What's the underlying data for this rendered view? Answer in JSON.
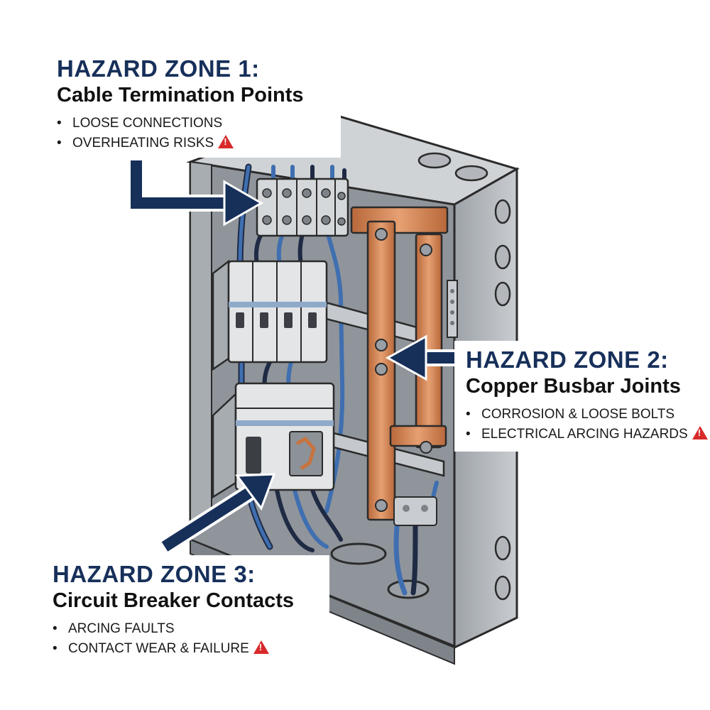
{
  "zones": [
    {
      "title": "HAZARD ZONE 1:",
      "subtitle": "Cable Termination Points",
      "bullets": [
        "LOOSE CONNECTIONS",
        "OVERHEATING RISKS"
      ],
      "warning_on": 1
    },
    {
      "title": "HAZARD ZONE 2:",
      "subtitle": "Copper Busbar Joints",
      "bullets": [
        "CORROSION & LOOSE BOLTS",
        "ELECTRICAL ARCING HAZARDS"
      ],
      "warning_on": 1
    },
    {
      "title": "HAZARD ZONE 3:",
      "subtitle": "Circuit Breaker Contacts",
      "bullets": [
        "ARCING FAULTS",
        "CONTACT WEAR & FAILURE"
      ],
      "warning_on": 1
    }
  ],
  "bullet_glyph": "•",
  "colors": {
    "navy": "#17305a",
    "warning_red": "#d82a2a",
    "enclosure_gray": "#b9bdc2",
    "copper": "#d88a58",
    "wire_blue": "#3f6fb0"
  },
  "icons": [
    "arrow-icon",
    "warning-triangle-icon"
  ]
}
